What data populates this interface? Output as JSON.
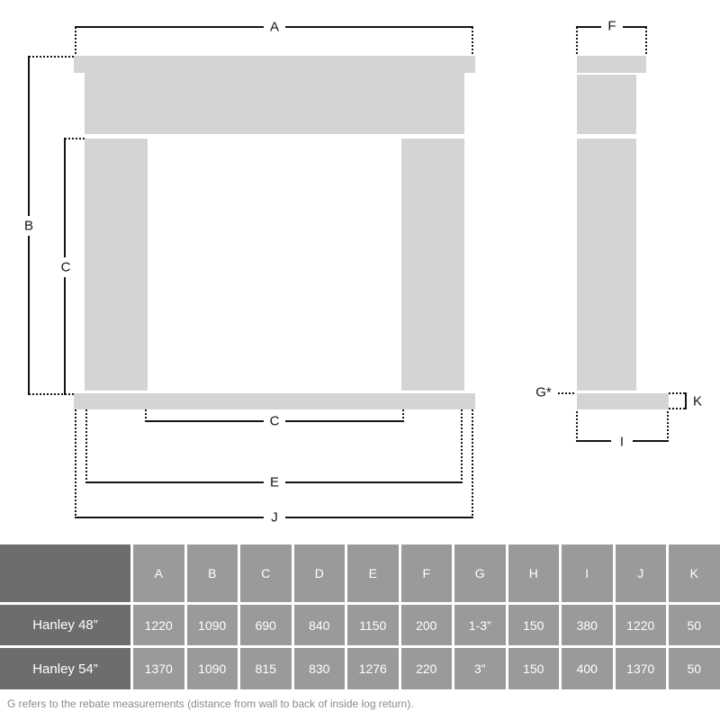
{
  "diagram": {
    "front_view": {
      "labels": {
        "A": "A",
        "B": "B",
        "C_vertical": "C",
        "C_horizontal": "C",
        "E": "E",
        "J": "J"
      }
    },
    "side_view": {
      "labels": {
        "F": "F",
        "G": "G*",
        "K": "K",
        "I": "I"
      }
    }
  },
  "colors": {
    "part_fill": "#d3d4d6",
    "dimension_line": "#141414",
    "table_header_dark": "#6d6d6d",
    "table_cell": "#9a9a9a",
    "table_text": "#ffffff",
    "footnote_text": "#8a8a8a"
  },
  "table": {
    "columns": [
      "",
      "A",
      "B",
      "C",
      "D",
      "E",
      "F",
      "G",
      "H",
      "I",
      "J",
      "K"
    ],
    "rows": [
      {
        "model": "Hanley 48”",
        "values": [
          "1220",
          "1090",
          "690",
          "840",
          "1150",
          "200",
          "1-3”",
          "150",
          "380",
          "1220",
          "50"
        ]
      },
      {
        "model": "Hanley 54”",
        "values": [
          "1370",
          "1090",
          "815",
          "830",
          "1276",
          "220",
          "3”",
          "150",
          "400",
          "1370",
          "50"
        ]
      }
    ]
  },
  "footnote": "G refers to the rebate measurements (distance from wall to back of inside log return)."
}
